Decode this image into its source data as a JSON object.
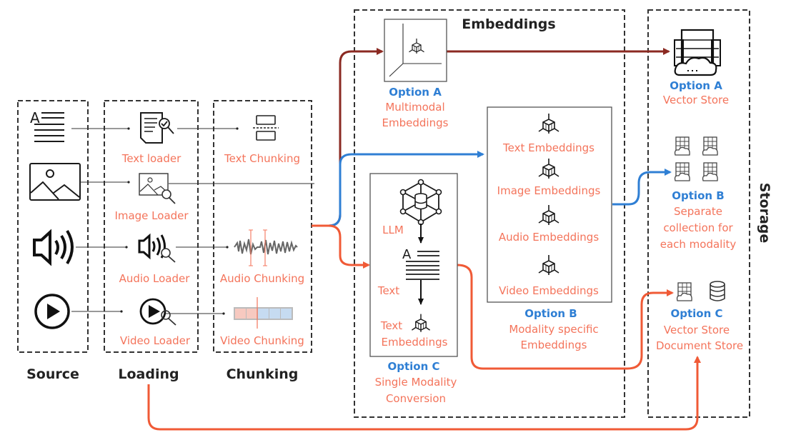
{
  "stages": {
    "source": "Source",
    "loading": "Loading",
    "chunking": "Chunking",
    "embeddings": "Embeddings",
    "storage": "Storage"
  },
  "loaders": [
    "Text loader",
    "Image Loader",
    "Audio Loader",
    "Video Loader"
  ],
  "chunkers": [
    "Text Chunking",
    "Audio Chunking",
    "Video Chunking"
  ],
  "embeddings": {
    "option_a": {
      "label": "Option A",
      "desc": [
        "Multimodal",
        "Embeddings"
      ]
    },
    "option_b": {
      "label": "Option B",
      "desc": [
        "Modality specific",
        "Embeddings"
      ],
      "items": [
        "Text Embeddings",
        "Image Embeddings",
        "Audio Embeddings",
        "Video Embeddings"
      ]
    },
    "option_c": {
      "label": "Option C",
      "desc": [
        "Single Modality",
        "Conversion"
      ],
      "llm": "LLM",
      "text": "Text",
      "text_emb": [
        "Text",
        "Embeddings"
      ]
    }
  },
  "storage": {
    "option_a": {
      "label": "Option A",
      "desc": [
        "Vector Store"
      ]
    },
    "option_b": {
      "label": "Option B",
      "desc": [
        "Separate",
        "collection for",
        "each modality"
      ]
    },
    "option_c": {
      "label": "Option C",
      "desc": [
        "Vector Store",
        "Document Store"
      ]
    }
  },
  "colors": {
    "label_orange": "#f4745b",
    "option_blue": "#2f7fd4",
    "path_a": "#8b2a22",
    "path_b": "#2f7fd4",
    "path_c": "#f05a36"
  }
}
